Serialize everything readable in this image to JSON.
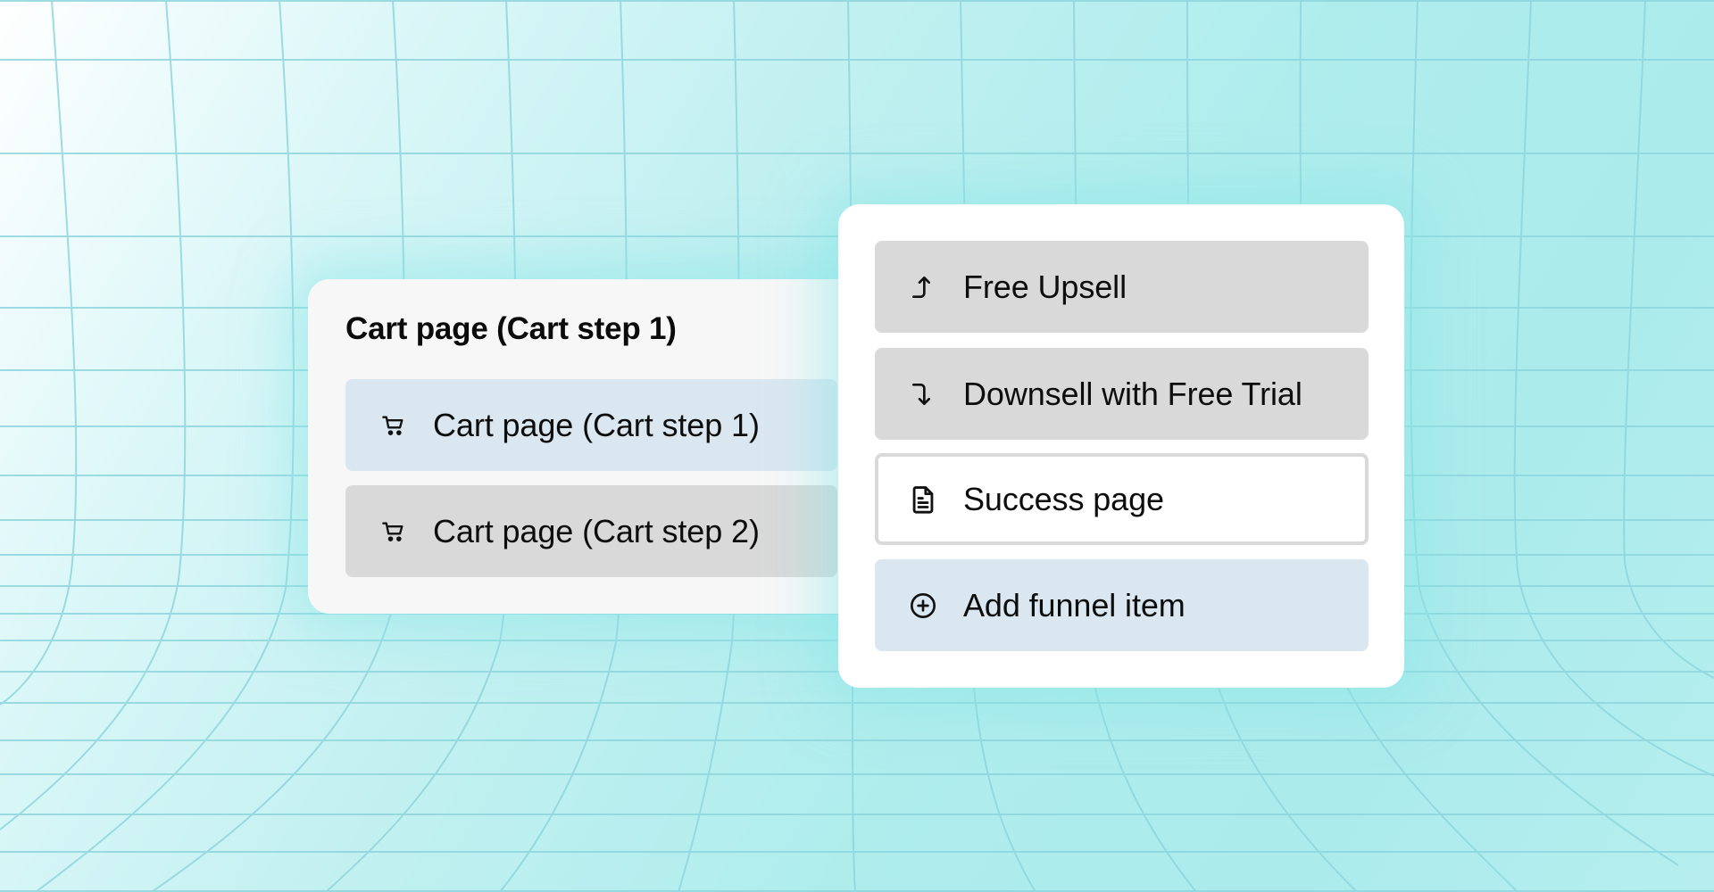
{
  "colors": {
    "background": "#afeded",
    "grid_line": "#8ed6dd",
    "left_panel_bg": "#f7f7f7",
    "right_panel_bg": "#ffffff",
    "item_selected_bg": "#dae7f0",
    "item_default_bg": "#d9d9d9",
    "item_outline": "#d9d9d9"
  },
  "left_panel": {
    "title": "Cart page (Cart step 1)",
    "items": [
      {
        "icon": "shopping-cart-icon",
        "label": "Cart page (Cart step 1)",
        "state": "selected"
      },
      {
        "icon": "shopping-cart-icon",
        "label": "Cart page (Cart step 2)",
        "state": "default"
      }
    ]
  },
  "right_panel": {
    "items": [
      {
        "icon": "upsell-arrow-up-icon",
        "label": "Free Upsell",
        "state": "default"
      },
      {
        "icon": "downsell-arrow-down-icon",
        "label": "Downsell with Free Trial",
        "state": "default"
      },
      {
        "icon": "document-icon",
        "label": "Success page",
        "state": "outlined"
      },
      {
        "icon": "plus-circle-icon",
        "label": "Add funnel item",
        "state": "action"
      }
    ]
  }
}
